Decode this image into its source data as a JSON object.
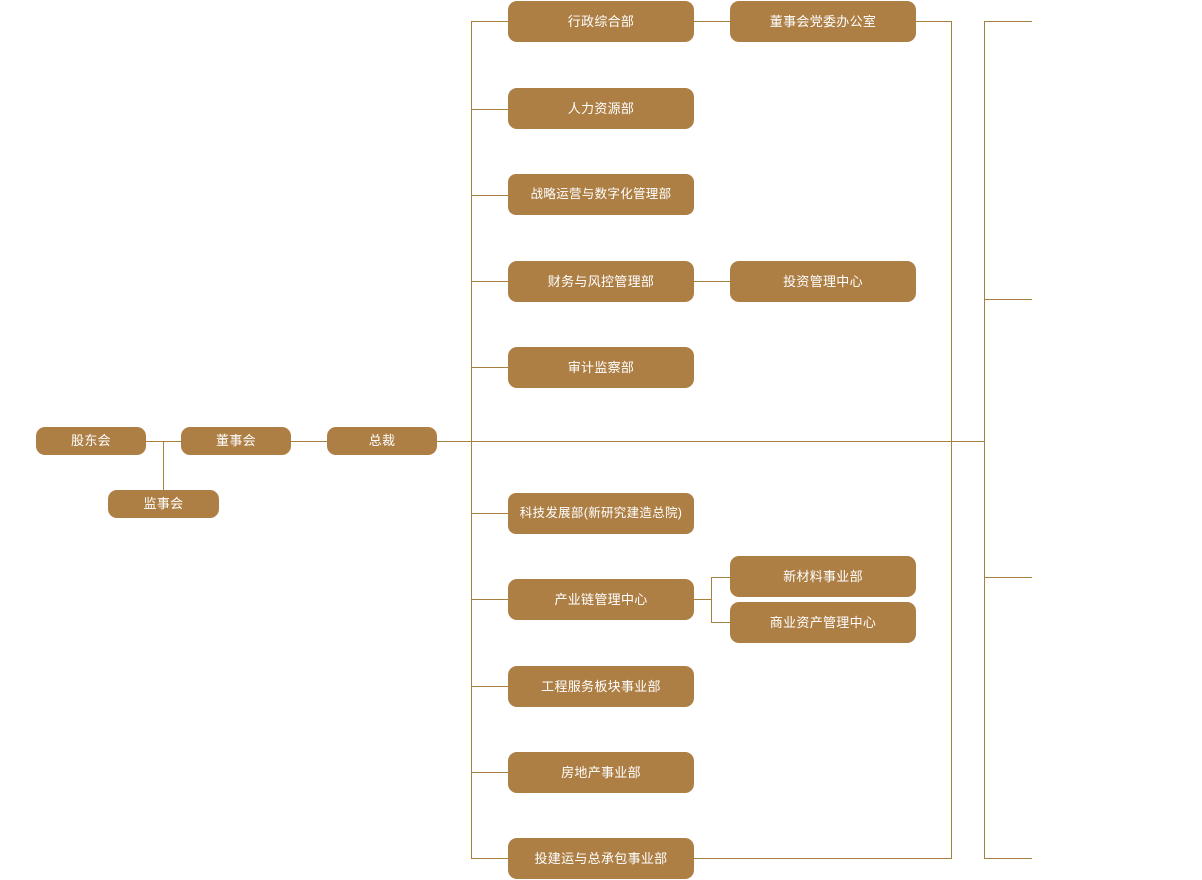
{
  "chart_data": {
    "type": "diagram",
    "subtype": "organization-chart",
    "title": "",
    "orientation": "left-to-right",
    "theme": {
      "node_fill": "#ad7f45",
      "node_text": "#ffffff",
      "connector": "#a97f3e",
      "background": "#ffffff"
    },
    "nodes": [
      {
        "id": "shareholders",
        "label": "股东会",
        "level": 0
      },
      {
        "id": "board",
        "label": "董事会",
        "level": 1
      },
      {
        "id": "supervisors",
        "label": "监事会",
        "level": 1
      },
      {
        "id": "president",
        "label": "总裁",
        "level": 2
      },
      {
        "id": "admin",
        "label": "行政综合部",
        "level": 3
      },
      {
        "id": "party-office",
        "label": "董事会党委办公室",
        "level": 4
      },
      {
        "id": "hr",
        "label": "人力资源部",
        "level": 3
      },
      {
        "id": "strategy",
        "label": "战略运营与数字化管理部",
        "level": 3
      },
      {
        "id": "finance",
        "label": "财务与风控管理部",
        "level": 3
      },
      {
        "id": "investment",
        "label": "投资管理中心",
        "level": 4
      },
      {
        "id": "audit",
        "label": "审计监察部",
        "level": 3
      },
      {
        "id": "tech",
        "label": "科技发展部(新研究建造总院)",
        "level": 3
      },
      {
        "id": "chain",
        "label": "产业链管理中心",
        "level": 3
      },
      {
        "id": "materials",
        "label": "新材料事业部",
        "level": 4
      },
      {
        "id": "commercial",
        "label": "商业资产管理中心",
        "level": 4
      },
      {
        "id": "engineering",
        "label": "工程服务板块事业部",
        "level": 3
      },
      {
        "id": "realestate",
        "label": "房地产事业部",
        "level": 3
      },
      {
        "id": "epc",
        "label": "投建运与总承包事业部",
        "level": 3
      }
    ],
    "edges": [
      {
        "from": "shareholders",
        "to": "board"
      },
      {
        "from": "board",
        "to": "supervisors"
      },
      {
        "from": "board",
        "to": "president"
      },
      {
        "from": "president",
        "to": "admin"
      },
      {
        "from": "president",
        "to": "hr"
      },
      {
        "from": "president",
        "to": "strategy"
      },
      {
        "from": "president",
        "to": "finance"
      },
      {
        "from": "president",
        "to": "audit"
      },
      {
        "from": "president",
        "to": "tech"
      },
      {
        "from": "president",
        "to": "chain"
      },
      {
        "from": "president",
        "to": "engineering"
      },
      {
        "from": "president",
        "to": "realestate"
      },
      {
        "from": "president",
        "to": "epc"
      },
      {
        "from": "admin",
        "to": "party-office"
      },
      {
        "from": "finance",
        "to": "investment"
      },
      {
        "from": "chain",
        "to": "materials"
      },
      {
        "from": "chain",
        "to": "commercial"
      }
    ]
  },
  "nodes": {
    "shareholders": "股东会",
    "board": "董事会",
    "supervisors": "监事会",
    "president": "总裁",
    "admin": "行政综合部",
    "party_office": "董事会党委办公室",
    "hr": "人力资源部",
    "strategy": "战略运营与数字化管理部",
    "finance": "财务与风控管理部",
    "investment": "投资管理中心",
    "audit": "审计监察部",
    "tech": "科技发展部(新研究建造总院)",
    "chain": "产业链管理中心",
    "materials": "新材料事业部",
    "commercial": "商业资产管理中心",
    "engineering": "工程服务板块事业部",
    "realestate": "房地产事业部",
    "epc": "投建运与总承包事业部"
  }
}
